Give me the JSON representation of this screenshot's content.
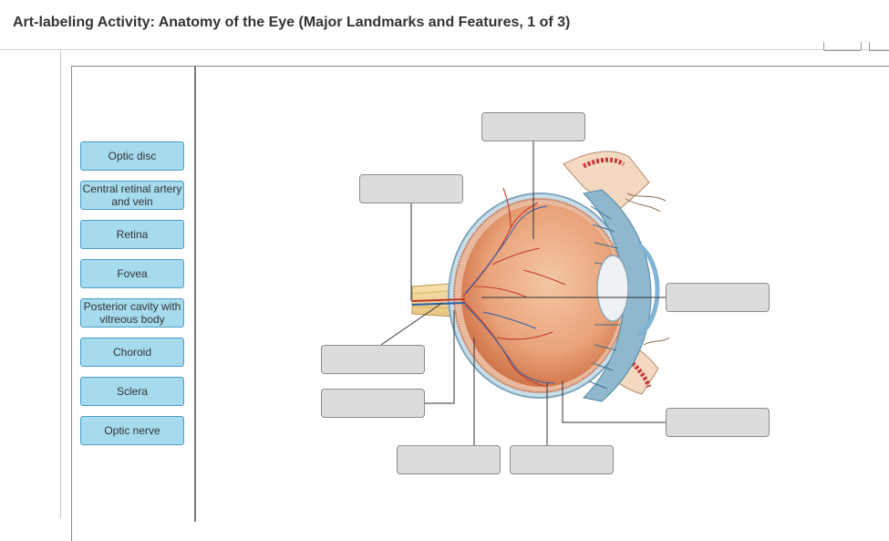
{
  "header": {
    "title": "Art-labeling Activity: Anatomy of the Eye (Major Landmarks and Features, 1 of 3)"
  },
  "label_bank": [
    {
      "text": "Optic disc"
    },
    {
      "text": "Central retinal artery and vein"
    },
    {
      "text": "Retina"
    },
    {
      "text": "Fovea"
    },
    {
      "text": "Posterior cavity with vitreous body"
    },
    {
      "text": "Choroid"
    },
    {
      "text": "Sclera"
    },
    {
      "text": "Optic nerve"
    }
  ],
  "drop_targets": [
    {
      "value": ""
    },
    {
      "value": ""
    },
    {
      "value": ""
    },
    {
      "value": ""
    },
    {
      "value": ""
    },
    {
      "value": ""
    },
    {
      "value": ""
    },
    {
      "value": ""
    }
  ],
  "colors": {
    "tile_fill": "#a6dbed",
    "tile_border": "#4a9cc3",
    "target_fill": "#dcdcdc",
    "target_border": "#8c8c8c"
  }
}
